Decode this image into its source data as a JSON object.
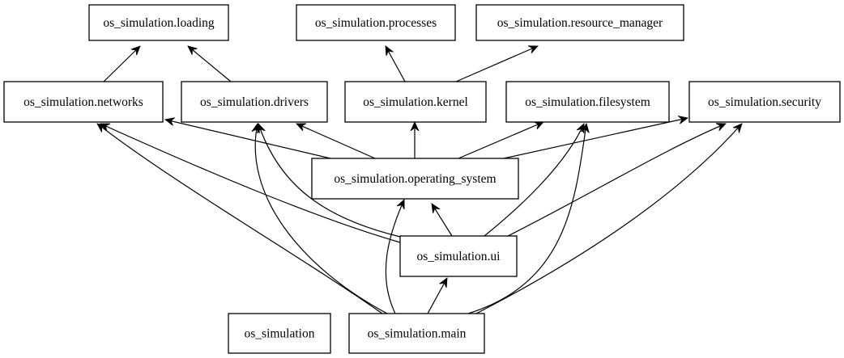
{
  "diagram": {
    "nodes": [
      {
        "id": "loading",
        "label": "os_simulation.loading"
      },
      {
        "id": "processes",
        "label": "os_simulation.processes"
      },
      {
        "id": "resource_manager",
        "label": "os_simulation.resource_manager"
      },
      {
        "id": "networks",
        "label": "os_simulation.networks"
      },
      {
        "id": "drivers",
        "label": "os_simulation.drivers"
      },
      {
        "id": "kernel",
        "label": "os_simulation.kernel"
      },
      {
        "id": "filesystem",
        "label": "os_simulation.filesystem"
      },
      {
        "id": "security",
        "label": "os_simulation.security"
      },
      {
        "id": "operating_system",
        "label": "os_simulation.operating_system"
      },
      {
        "id": "ui",
        "label": "os_simulation.ui"
      },
      {
        "id": "root",
        "label": "os_simulation"
      },
      {
        "id": "main",
        "label": "os_simulation.main"
      }
    ],
    "edges": [
      {
        "from": "networks",
        "to": "loading"
      },
      {
        "from": "drivers",
        "to": "loading"
      },
      {
        "from": "kernel",
        "to": "processes"
      },
      {
        "from": "kernel",
        "to": "resource_manager"
      },
      {
        "from": "operating_system",
        "to": "networks"
      },
      {
        "from": "operating_system",
        "to": "drivers"
      },
      {
        "from": "operating_system",
        "to": "kernel"
      },
      {
        "from": "operating_system",
        "to": "filesystem"
      },
      {
        "from": "operating_system",
        "to": "security"
      },
      {
        "from": "ui",
        "to": "operating_system"
      },
      {
        "from": "ui",
        "to": "networks"
      },
      {
        "from": "ui",
        "to": "drivers"
      },
      {
        "from": "ui",
        "to": "filesystem"
      },
      {
        "from": "ui",
        "to": "security"
      },
      {
        "from": "main",
        "to": "ui"
      },
      {
        "from": "main",
        "to": "operating_system"
      },
      {
        "from": "main",
        "to": "networks"
      },
      {
        "from": "main",
        "to": "drivers"
      },
      {
        "from": "main",
        "to": "filesystem"
      },
      {
        "from": "main",
        "to": "security"
      }
    ]
  }
}
